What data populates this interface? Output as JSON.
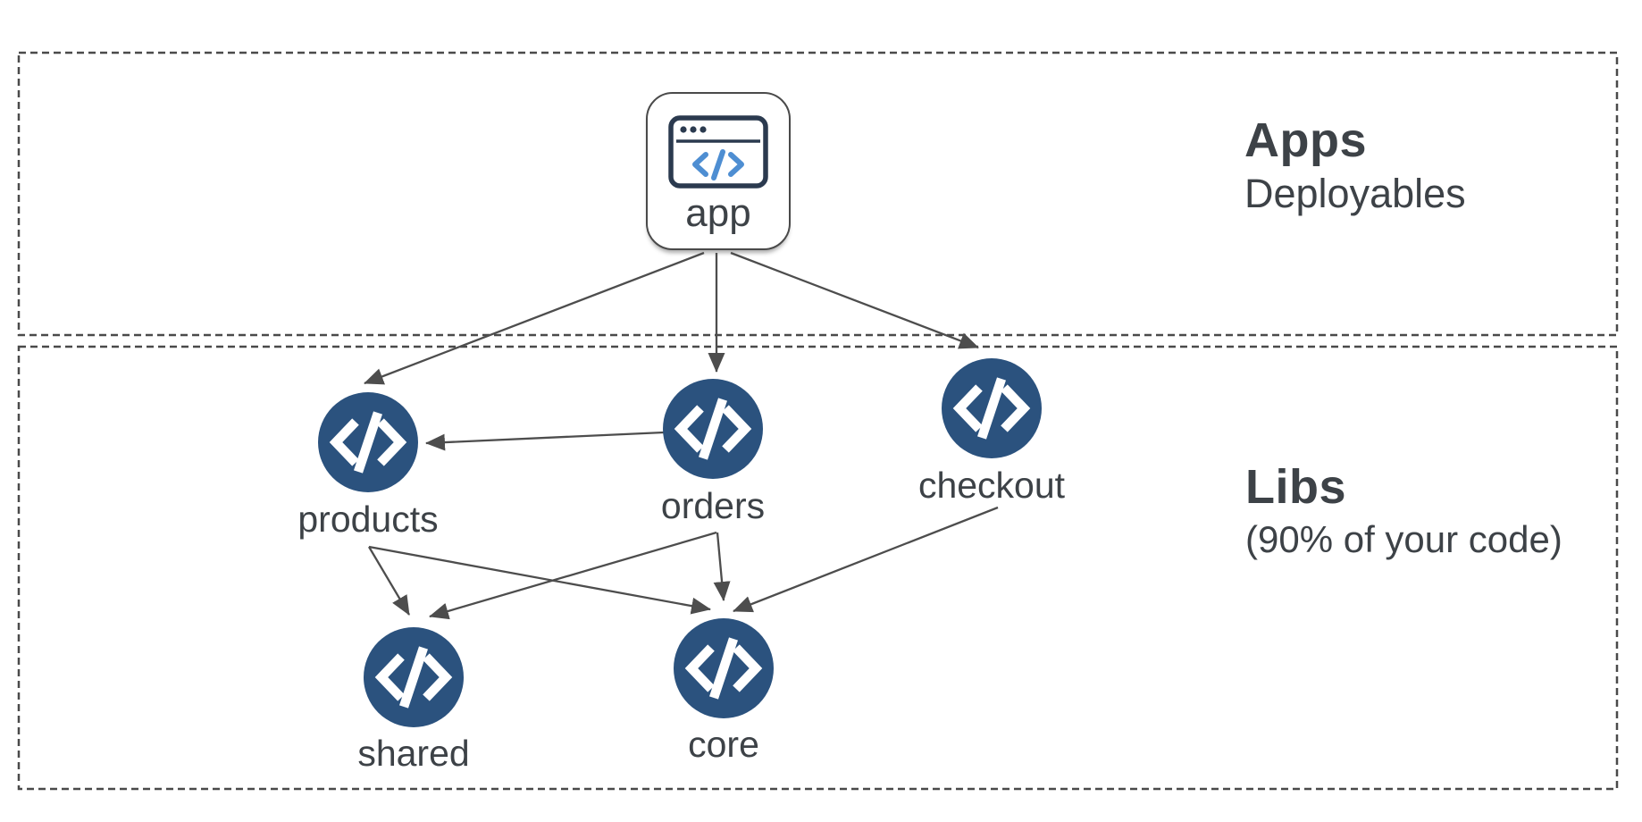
{
  "diagram": {
    "sections": [
      {
        "id": "apps",
        "title": "Apps",
        "subtitle": "Deployables"
      },
      {
        "id": "libs",
        "title": "Libs",
        "subtitle": "(90% of your code)"
      }
    ],
    "nodes": [
      {
        "id": "app",
        "label": "app",
        "section": "apps",
        "icon": "browser-code-icon"
      },
      {
        "id": "products",
        "label": "products",
        "section": "libs",
        "icon": "code-icon"
      },
      {
        "id": "orders",
        "label": "orders",
        "section": "libs",
        "icon": "code-icon"
      },
      {
        "id": "checkout",
        "label": "checkout",
        "section": "libs",
        "icon": "code-icon"
      },
      {
        "id": "shared",
        "label": "shared",
        "section": "libs",
        "icon": "code-icon"
      },
      {
        "id": "core",
        "label": "core",
        "section": "libs",
        "icon": "code-icon"
      }
    ],
    "edges": [
      {
        "from": "app",
        "to": "products"
      },
      {
        "from": "app",
        "to": "orders"
      },
      {
        "from": "app",
        "to": "checkout"
      },
      {
        "from": "orders",
        "to": "products"
      },
      {
        "from": "products",
        "to": "shared"
      },
      {
        "from": "products",
        "to": "core"
      },
      {
        "from": "orders",
        "to": "shared"
      },
      {
        "from": "orders",
        "to": "core"
      },
      {
        "from": "checkout",
        "to": "core"
      }
    ],
    "colors": {
      "node_fill": "#2b527e",
      "icon_outline": "#2b3a4f",
      "icon_accent_blue": "#4e8ed2",
      "text": "#3d4247",
      "edge": "#4d4d4d",
      "zone_border": "#4a4a4a",
      "background": "#ffffff"
    }
  }
}
